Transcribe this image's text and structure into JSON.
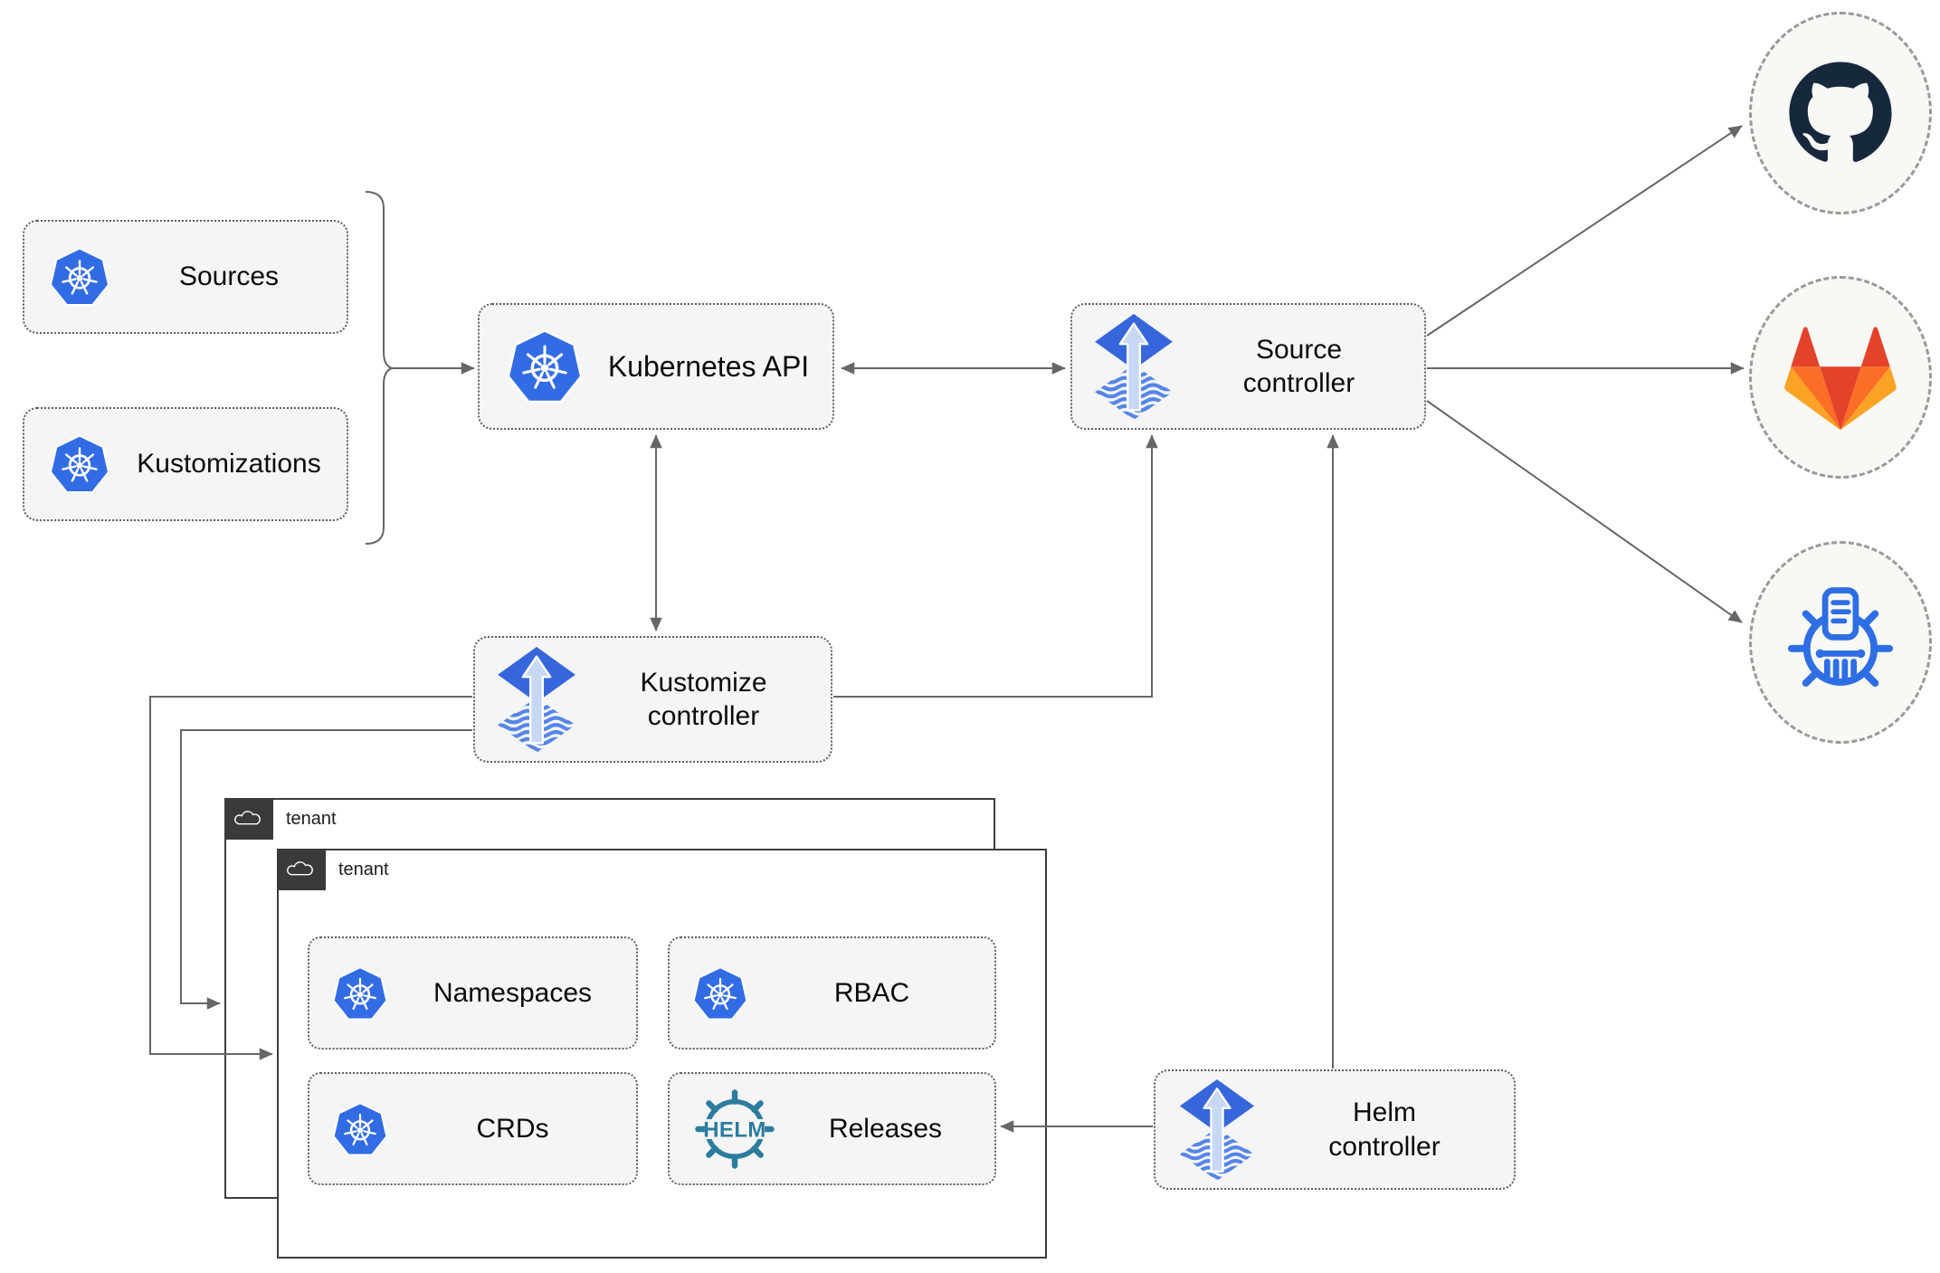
{
  "nodes": {
    "sources": {
      "label": "Sources",
      "icon": "kubernetes-icon"
    },
    "kustomizations": {
      "label": "Kustomizations",
      "icon": "kubernetes-icon"
    },
    "kubernetes_api": {
      "label": "Kubernetes API",
      "icon": "kubernetes-icon"
    },
    "source_controller": {
      "line1": "Source",
      "line2": "controller",
      "icon": "flux-icon"
    },
    "kustomize_controller": {
      "line1": "Kustomize",
      "line2": "controller",
      "icon": "flux-icon"
    },
    "helm_controller": {
      "line1": "Helm",
      "line2": "controller",
      "icon": "flux-icon"
    },
    "tenant_back": {
      "label": "tenant",
      "icon": "cloud-icon"
    },
    "tenant_front": {
      "label": "tenant",
      "icon": "cloud-icon"
    },
    "namespaces": {
      "label": "Namespaces",
      "icon": "kubernetes-icon"
    },
    "rbac": {
      "label": "RBAC",
      "icon": "kubernetes-icon"
    },
    "crds": {
      "label": "CRDs",
      "icon": "kubernetes-icon"
    },
    "releases": {
      "label": "Releases",
      "icon": "helm-icon"
    }
  },
  "endpoints": {
    "github": {
      "icon": "github-icon"
    },
    "gitlab": {
      "icon": "gitlab-icon"
    },
    "chartmuseum": {
      "icon": "chartmuseum-icon"
    }
  },
  "helm_logo_text": "HELM",
  "colors": {
    "kubernetes_blue": "#326CE5",
    "flux_blue": "#3566DC",
    "flux_stripe_blue": "#5585E8",
    "flux_arrow_light": "#C6D8F4",
    "helm_teal": "#2B7C9E",
    "github_dark": "#16283C",
    "gitlab_red": "#E24329",
    "gitlab_orange": "#FC6D26",
    "gitlab_yellow": "#FCA326",
    "chartmuseum_blue": "#2E6EE4",
    "connector_gray": "#666666",
    "node_fill": "#F5F5F5",
    "tenant_tab_dark": "#3A3A3A"
  }
}
